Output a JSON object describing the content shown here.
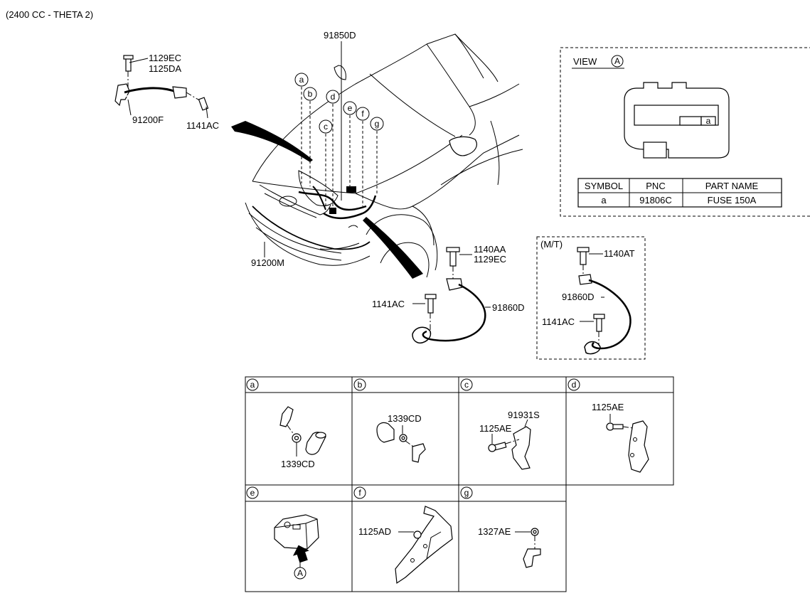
{
  "header": {
    "engine_spec": "(2400 CC - THETA 2)"
  },
  "main_labels": {
    "p91850D": "91850D",
    "p91200M": "91200M",
    "p91200F": "91200F",
    "p1129EC_a": "1129EC",
    "p1125DA": "1125DA",
    "p1141AC_a": "1141AC",
    "p1140AA": "1140AA",
    "p1129EC_b": "1129EC",
    "p1141AC_b": "1141AC",
    "p91860D_a": "91860D"
  },
  "callouts": [
    "a",
    "b",
    "c",
    "d",
    "e",
    "f",
    "g"
  ],
  "manual_trans": {
    "title": "(M/T)",
    "p1140AT": "1140AT",
    "p91860D": "91860D",
    "p1141AC": "1141AC"
  },
  "view_a": {
    "title": "VIEW",
    "marker": "A",
    "fuse_label": "a",
    "table": {
      "headers": [
        "SYMBOL",
        "PNC",
        "PART NAME"
      ],
      "rows": [
        [
          "a",
          "91806C",
          "FUSE 150A"
        ]
      ]
    }
  },
  "detail_grid": {
    "cells": [
      {
        "id": "a",
        "labels": [
          "1339CD"
        ]
      },
      {
        "id": "b",
        "labels": [
          "1339CD"
        ]
      },
      {
        "id": "c",
        "labels": [
          "91931S",
          "1125AE"
        ]
      },
      {
        "id": "d",
        "labels": [
          "1125AE"
        ]
      },
      {
        "id": "e",
        "labels": [
          "A"
        ]
      },
      {
        "id": "f",
        "labels": [
          "1125AD"
        ]
      },
      {
        "id": "g",
        "labels": [
          "1327AE"
        ]
      }
    ]
  }
}
